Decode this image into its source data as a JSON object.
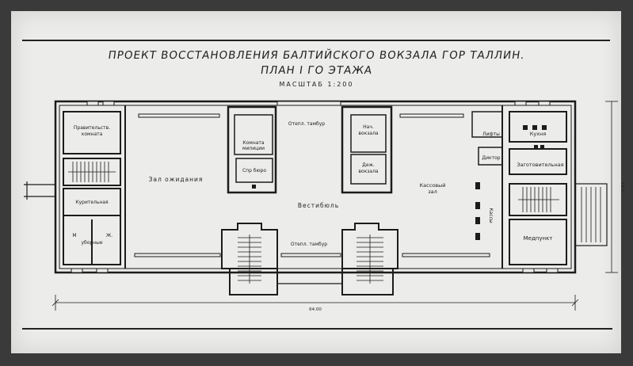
{
  "drawing": {
    "title_line1": "ПРОЕКТ ВОССТАНОВЛЕНИЯ БАЛТИЙСКОГО ВОКЗАЛА ГОР ТАЛЛИН.",
    "title_line2": "ПЛАН I ГО ЭТАЖА",
    "scale_label": "МАСШТАБ 1:200",
    "total_length": "64.00",
    "height_label": "16.5"
  },
  "rooms": {
    "government_room_1": "Правительств.",
    "government_room_2": "комната",
    "smoking_room": "Курительная",
    "toilet_m": "М",
    "toilet_w": "Ж.",
    "toilets": "уборные",
    "waiting_hall": "Зал ожидания",
    "police_room_1": "Комната",
    "police_room_2": "милиции",
    "info_bureau": "Спр бюро",
    "heated_vestibule_top": "Отепл. тамбур",
    "station_master_1": "Нач.",
    "station_master_2": "вокзала",
    "duty_officer_1": "Деж.",
    "duty_officer_2": "вокзала",
    "vestibule": "Вестибюль",
    "heated_vestibule_bottom": "Отепл. тамбур",
    "ticket_hall_1": "Кассовый",
    "ticket_hall_2": "зал",
    "ticket_windows": "Кассы",
    "lifts": "Лифты",
    "dispatcher": "Диктор",
    "kitchen": "Кухня",
    "preparation_room": "Заготовительная",
    "medical_post": "Медпункт"
  }
}
